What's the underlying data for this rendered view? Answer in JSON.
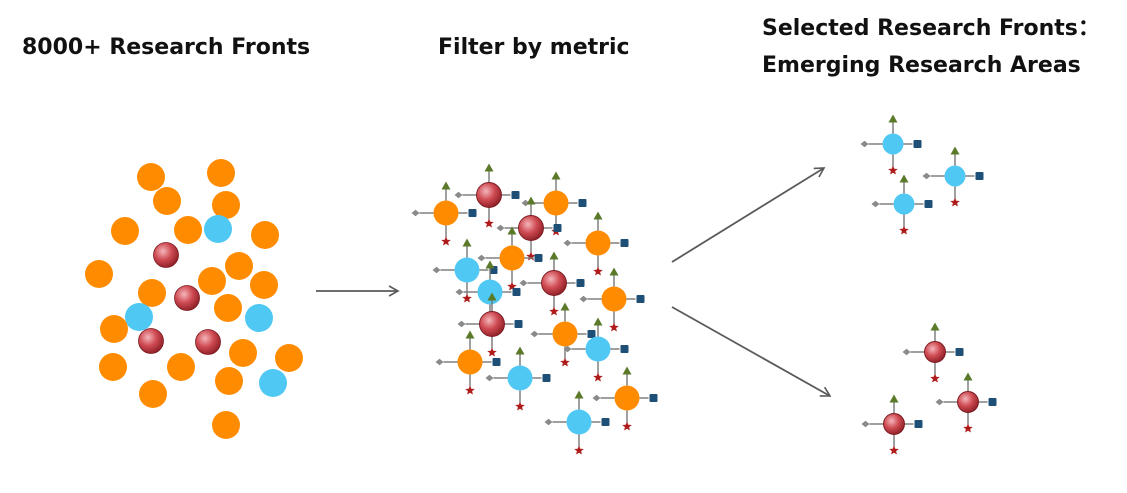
{
  "titles": {
    "left": "8000+ Research Fronts",
    "middle": "Filter by metric",
    "right_line1": "Selected Research Fronts：",
    "right_line2": "Emerging Research Areas"
  },
  "colors": {
    "orange": "#ff8c00",
    "blue": "#4fc8f4",
    "red": "#c8414a",
    "arrow": "#5a5a5a",
    "up_arrow": "#5a7a2a",
    "star": "#b01c1c",
    "square": "#1d4f77",
    "diamond": "#8a8a8a"
  },
  "legend_icons": [
    "up-arrow-icon",
    "star-icon",
    "square-icon",
    "diamond-icon"
  ]
}
